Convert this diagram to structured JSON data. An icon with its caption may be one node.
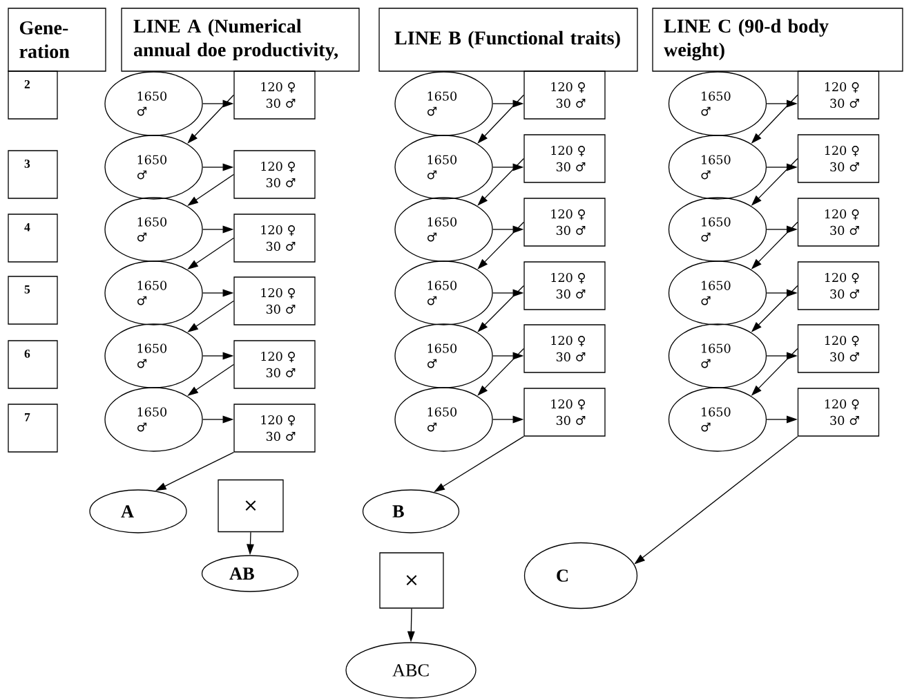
{
  "diagram": {
    "nodes": [
      {
        "text": [
          "Gene- ration"
        ]
      },
      {
        "text": [
          "LINE A (Numerical annual doe productivity,"
        ]
      },
      {
        "text": [
          "LINE B (Functional traits)"
        ]
      },
      {
        "text": [
          "LINE C (90-d body weight)"
        ]
      },
      {
        "text": [
          "2"
        ]
      },
      {
        "text": [
          "3"
        ]
      },
      {
        "text": [
          "4"
        ]
      },
      {
        "text": [
          "5"
        ]
      },
      {
        "text": [
          "6"
        ]
      },
      {
        "text": [
          "7"
        ]
      },
      {
        "text": [
          "1650 ♂"
        ]
      },
      {
        "text": [
          "120 ♀ 30 ♂"
        ]
      },
      {
        "text": [
          "1650 ♂"
        ]
      },
      {
        "text": [
          "120 ♀ 30 ♂"
        ]
      },
      {
        "text": [
          "1650 ♂"
        ]
      },
      {
        "text": [
          "120 ♀ 30 ♂"
        ]
      },
      {
        "text": [
          "1650 ♂"
        ]
      },
      {
        "text": [
          "120 ♀ 30 ♂"
        ]
      },
      {
        "text": [
          "1650 ♂"
        ]
      },
      {
        "text": [
          "120 ♀ 30 ♂"
        ]
      },
      {
        "text": [
          "1650 ♂"
        ]
      },
      {
        "text": [
          "120 ♀ 30 ♂"
        ]
      },
      {
        "text": [
          "1650 ♂"
        ]
      },
      {
        "text": [
          "120 ♀ 30 ♂"
        ]
      },
      {
        "text": [
          "1650 ♂"
        ]
      },
      {
        "text": [
          "120 ♀ 30 ♂"
        ]
      },
      {
        "text": [
          "1650 ♂"
        ]
      },
      {
        "text": [
          "120 ♀ 30 ♂"
        ]
      },
      {
        "text": [
          "1650 ♂"
        ]
      },
      {
        "text": [
          "120 ♀ 30 ♂"
        ]
      },
      {
        "text": [
          "1650 ♂"
        ]
      },
      {
        "text": [
          "120 ♀ 30 ♂"
        ]
      },
      {
        "text": [
          "1650 ♂"
        ]
      },
      {
        "text": [
          "120 ♀ 30 ♂"
        ]
      },
      {
        "text": [
          "1650 ♂"
        ]
      },
      {
        "text": [
          "120 ♀ 30 ♂"
        ]
      },
      {
        "text": [
          "1650 ♂"
        ]
      },
      {
        "text": [
          "120 ♀ 30 ♂"
        ]
      },
      {
        "text": [
          "1650 ♂"
        ]
      },
      {
        "text": [
          "120 ♀ 30 ♂"
        ]
      },
      {
        "text": [
          "1650 ♂"
        ]
      },
      {
        "text": [
          "120 ♀ 30 ♂"
        ]
      },
      {
        "text": [
          "1650 ♂"
        ]
      },
      {
        "text": [
          "120 ♀ 30 ♂"
        ]
      },
      {
        "text": [
          "1650 ♂"
        ]
      },
      {
        "text": [
          "120 ♀ 30 ♂"
        ]
      },
      {
        "text": [
          "A"
        ]
      },
      {
        "text": [
          "×"
        ]
      },
      {
        "text": [
          "B"
        ]
      },
      {
        "text": [
          "AB"
        ]
      },
      {
        "text": [
          "C"
        ]
      },
      {
        "text": [
          "×"
        ]
      },
      {
        "text": [
          "ABC"
        ]
      }
    ],
    "edges": [
      {
        "from": 10,
        "to": 11,
        "arrow": "to"
      },
      {
        "from": 11,
        "to": 12,
        "arrow": "to"
      },
      {
        "from": 12,
        "to": 13,
        "arrow": "to"
      },
      {
        "from": 13,
        "to": 14,
        "arrow": "to"
      },
      {
        "from": 14,
        "to": 15,
        "arrow": "to"
      },
      {
        "from": 15,
        "to": 16,
        "arrow": "to"
      },
      {
        "from": 16,
        "to": 17,
        "arrow": "to"
      },
      {
        "from": 17,
        "to": 18,
        "arrow": "to"
      },
      {
        "from": 18,
        "to": 19,
        "arrow": "to"
      },
      {
        "from": 19,
        "to": 20,
        "arrow": "to"
      },
      {
        "from": 20,
        "to": 21,
        "arrow": "to"
      },
      {
        "from": 21,
        "to": 46,
        "arrow": "to"
      },
      {
        "from": 22,
        "to": 23,
        "arrow": "to"
      },
      {
        "from": 23,
        "to": 24,
        "arrow": "to"
      },
      {
        "from": 24,
        "to": 25,
        "arrow": "to"
      },
      {
        "from": 25,
        "to": 26,
        "arrow": "to"
      },
      {
        "from": 26,
        "to": 27,
        "arrow": "to"
      },
      {
        "from": 27,
        "to": 28,
        "arrow": "to"
      },
      {
        "from": 28,
        "to": 29,
        "arrow": "to"
      },
      {
        "from": 29,
        "to": 30,
        "arrow": "to"
      },
      {
        "from": 30,
        "to": 31,
        "arrow": "to"
      },
      {
        "from": 31,
        "to": 32,
        "arrow": "to"
      },
      {
        "from": 32,
        "to": 33,
        "arrow": "to"
      },
      {
        "from": 33,
        "to": 48,
        "arrow": "to"
      },
      {
        "from": 34,
        "to": 35,
        "arrow": "to"
      },
      {
        "from": 35,
        "to": 36,
        "arrow": "to"
      },
      {
        "from": 36,
        "to": 37,
        "arrow": "to"
      },
      {
        "from": 37,
        "to": 38,
        "arrow": "to"
      },
      {
        "from": 38,
        "to": 39,
        "arrow": "to"
      },
      {
        "from": 39,
        "to": 40,
        "arrow": "to"
      },
      {
        "from": 40,
        "to": 41,
        "arrow": "to"
      },
      {
        "from": 41,
        "to": 42,
        "arrow": "to"
      },
      {
        "from": 42,
        "to": 43,
        "arrow": "to"
      },
      {
        "from": 43,
        "to": 44,
        "arrow": "to"
      },
      {
        "from": 44,
        "to": 45,
        "arrow": "to"
      },
      {
        "from": 45,
        "to": 50,
        "arrow": "to"
      },
      {
        "from": 47,
        "to": 49,
        "arrow": "to"
      },
      {
        "from": 51,
        "to": 52,
        "arrow": "to"
      }
    ]
  }
}
